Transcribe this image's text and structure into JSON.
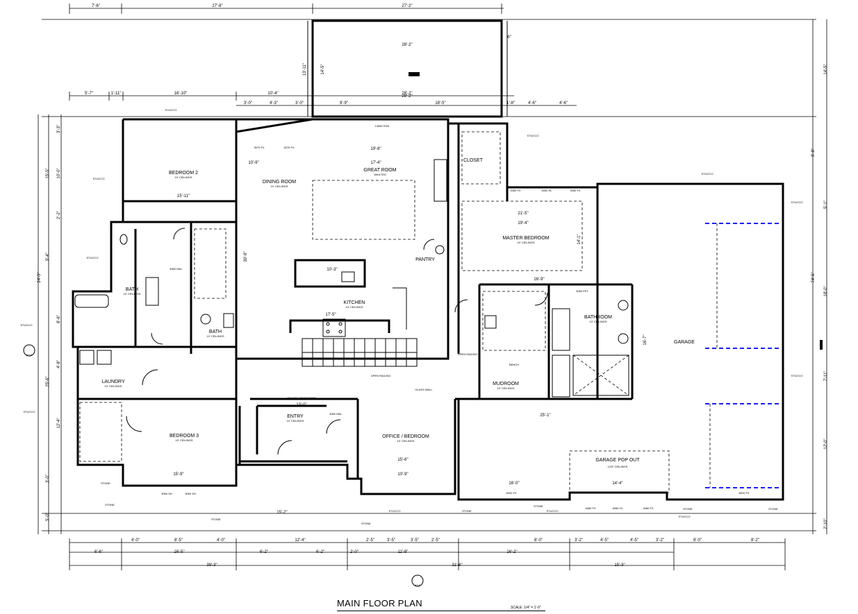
{
  "drawing": {
    "title": "MAIN FLOOR PLAN",
    "scale": "SCALE: 1/4\" = 1'-0\""
  },
  "rooms": [
    {
      "key": "bedroom2",
      "name": "BEDROOM 2",
      "note": "10' CEILINGS"
    },
    {
      "key": "dining",
      "name": "DINING ROOM",
      "note": "10' CEILINGS"
    },
    {
      "key": "great",
      "name": "GREAT ROOM",
      "note": "VAULTED"
    },
    {
      "key": "closet",
      "name": "CLOSET",
      "note": ""
    },
    {
      "key": "master",
      "name": "MASTER BEDROOM",
      "note": "10' CEILINGS"
    },
    {
      "key": "bath1",
      "name": "BATH",
      "note": "10' CEILINGS"
    },
    {
      "key": "bath2",
      "name": "BATH",
      "note": "10' CEILINGS"
    },
    {
      "key": "pantry",
      "name": "PANTRY",
      "note": ""
    },
    {
      "key": "kitchen",
      "name": "KITCHEN",
      "note": "10' CEILINGS"
    },
    {
      "key": "bathroom",
      "name": "BATHROOM",
      "note": "10' CEILINGS"
    },
    {
      "key": "garage",
      "name": "GARAGE",
      "note": ""
    },
    {
      "key": "laundry",
      "name": "LAUNDRY",
      "note": "10' CEILINGS"
    },
    {
      "key": "mudroom",
      "name": "MUDROOM",
      "note": "10' CEILINGS"
    },
    {
      "key": "bedroom3",
      "name": "BEDROOM 3",
      "note": "10' CEILINGS"
    },
    {
      "key": "entry",
      "name": "ENTRY",
      "note": "10' CEILINGS"
    },
    {
      "key": "office",
      "name": "OFFICE / BEDROOM",
      "note": "10' CEILINGS"
    },
    {
      "key": "popout",
      "name": "GARAGE POP OUT",
      "note": "10'8\" CEILINGS"
    }
  ],
  "dimensions": {
    "top": [
      "7'-6\"",
      "27'-8\"",
      "27'-2\""
    ],
    "second": [
      "5'-7\"",
      "1'-11\"",
      "16'-10\"",
      "10'-4\"",
      "28'-2\""
    ],
    "third": [
      "3'-0\"",
      "4'-3\"",
      "3'-0\"",
      "9'-9\"",
      "18'-5\"",
      "1'-8\"",
      "4'-6\"",
      "4'-6\""
    ],
    "bottom1": [
      "4'-0\"",
      "8'-5\"",
      "4'-0\"",
      "12'-4\"",
      "2'-5\"",
      "3'-5\"",
      "3'-5\"",
      "2'-5\"",
      "8'-0\"",
      "3'-2\"",
      "4'-5\"",
      "4'-5\"",
      "3'-2\"",
      "8'-0\"",
      "8'-2\""
    ],
    "bottom2": [
      "6'-6\"",
      "16'-5\"",
      "6'-2\"",
      "6'-2\"",
      "2'-0\"",
      "11'-8\"",
      "16'-2\""
    ],
    "bottom3": [
      "39'-3\"",
      "31'-6\"",
      "15'-3\""
    ],
    "left": [
      "15'-5\"",
      "10'-0\"",
      "3'-3\"",
      "2'-2\"",
      "24'-5\"",
      "9'-4\"",
      "25'-6\"",
      "8'-6\"",
      "4'-8\"",
      "12'-4\"",
      "3'-0\"",
      "5'-0\""
    ],
    "right": [
      "14'-5\"",
      "9'-8\"",
      "5'-1\"",
      "74'-5\"",
      "18'-0\"",
      "7'-11\"",
      "12'-0\"",
      "2'-10\""
    ],
    "porch": [
      "28'-2\"",
      "28'-2\"",
      "13'-11\"",
      "14'-5\"",
      "6\""
    ]
  },
  "labels": {
    "sgd": "14080 SGD",
    "fx1": "3070 FX",
    "fx2": "3070 FX",
    "d2050": "2050 FX",
    "sl5050": "5050 SL",
    "d2050b": "2050 FX",
    "pkt": "3080 PKT",
    "fx8020a": "6020 FX",
    "fx8020b": "8020 FX",
    "fx4080a": "4080 FX",
    "fx4080b": "4080 FX",
    "fx4080c": "4080 FX",
    "sh1": "3060 SH",
    "sh2": "3060 SH",
    "sh3": "3060 SH",
    "sh4": "3060 SH",
    "sh5": "3060 SH",
    "glass": "GLASS WALL",
    "openrail": "OPEN RAILING",
    "stucco": "STUCCO",
    "stone": "STONE",
    "dbl": "3080 DBL",
    "bench": "BENCH",
    "ceiltrans": "CEILING TRANSITION",
    "kdim": "17'-5\"",
    "island": "10'-3\"",
    "mbw": "21'-5\"",
    "mbw2": "19'-4\"",
    "mbh": "14'-1\"",
    "mbb": "16'-9\"",
    "gdim": "25'-1\"",
    "gh": "16'-7\"",
    "entrydim": "13'-0\"",
    "entrydim2": "15'-2\"",
    "officedim": "15'-6\"",
    "officedim2": "10'-9\"",
    "b3dim": "15'-9\"",
    "b2dim": "15'-11\"",
    "pop": "14'-4\"",
    "pop2": "16'-0\"",
    "gr1": "19'-8\"",
    "gr2": "17'-4\"",
    "dr1": "10'-9\"",
    "dr2": "30'-9\"",
    "marker": "A3.0"
  },
  "colors": {
    "ink": "#000000",
    "garage_door": "#1a1aff",
    "paper": "#ffffff"
  }
}
